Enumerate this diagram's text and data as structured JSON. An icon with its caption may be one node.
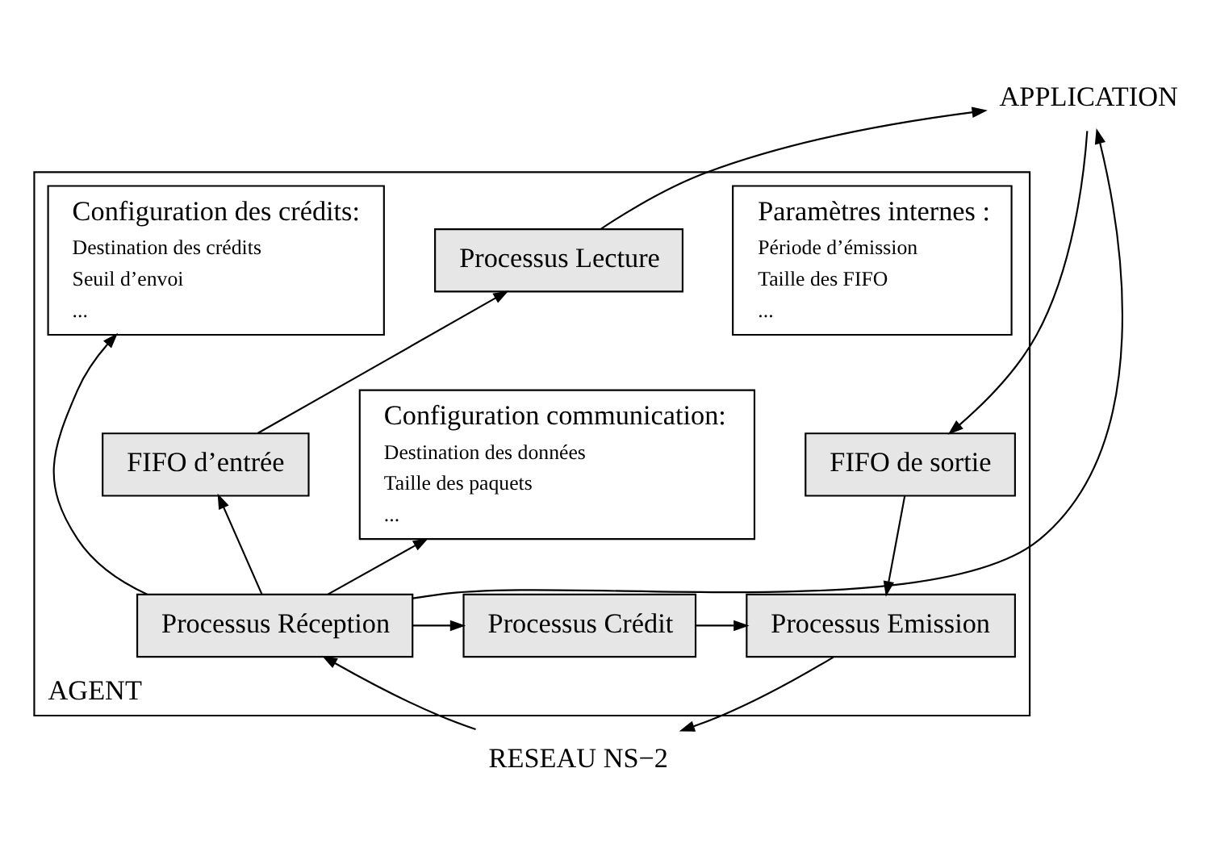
{
  "diagram": {
    "nodes": [
      {
        "text": [
          "APPLICATION"
        ]
      },
      {
        "text": [
          "AGENT"
        ]
      },
      {
        "text": [
          "Paramètres internes :",
          "Période d’émission",
          "Taille des FIFO",
          "..."
        ],
        "in": 1
      },
      {
        "text": [
          "Configuration des crédits:",
          "Destination des crédits",
          "Seuil d’envoi",
          "..."
        ],
        "in": 1
      },
      {
        "text": [
          "Processus Lecture"
        ],
        "in": 1
      },
      {
        "text": [
          "FIFO d’entrée"
        ],
        "in": 1
      },
      {
        "text": [
          "Configuration communication:",
          "Destination des données",
          "Taille des paquets",
          "..."
        ],
        "in": 1
      },
      {
        "text": [
          "FIFO de sortie"
        ],
        "in": 1
      },
      {
        "text": [
          "Processus Réception"
        ],
        "in": 1
      },
      {
        "text": [
          "Processus Crédit"
        ],
        "in": 1
      },
      {
        "text": [
          "Processus Emission"
        ],
        "in": 1
      },
      {
        "text": [
          "RESEAU NS−2"
        ]
      }
    ],
    "edges": [
      {
        "from": 4,
        "to": 0,
        "arrow": "to"
      },
      {
        "from": 8,
        "to": 0,
        "arrow": "to"
      },
      {
        "from": 0,
        "to": 7,
        "arrow": "to"
      },
      {
        "from": 5,
        "to": 4,
        "arrow": "to"
      },
      {
        "from": 8,
        "to": 5,
        "arrow": "to"
      },
      {
        "from": 8,
        "to": 6,
        "arrow": "to"
      },
      {
        "from": 8,
        "to": 3,
        "arrow": "to"
      },
      {
        "from": 8,
        "to": 9,
        "arrow": "to"
      },
      {
        "from": 9,
        "to": 10,
        "arrow": "to"
      },
      {
        "from": 7,
        "to": 10,
        "arrow": "to"
      },
      {
        "from": 10,
        "to": 11,
        "arrow": "to"
      },
      {
        "from": 11,
        "to": 8,
        "arrow": "to"
      }
    ]
  }
}
